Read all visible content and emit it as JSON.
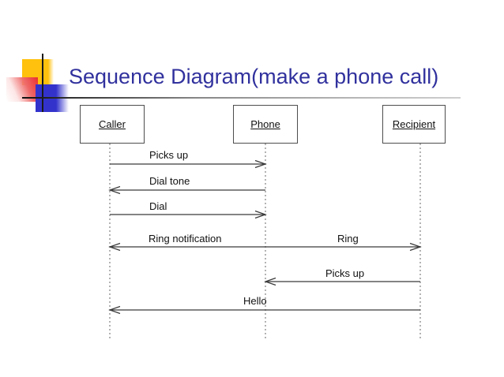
{
  "slide": {
    "title": "Sequence Diagram(make a phone call)"
  },
  "colors": {
    "title_text": "#31319e",
    "deco_yellow": "#ffc10d",
    "deco_red": "#e92f2f",
    "deco_blue": "#3333cc",
    "diagram_lines": "#3a3a3a"
  },
  "actors": [
    {
      "id": "caller",
      "label": "Caller"
    },
    {
      "id": "phone",
      "label": "Phone"
    },
    {
      "id": "recipient",
      "label": "Recipient"
    }
  ],
  "messages": [
    {
      "label": "Picks up",
      "from": "Caller",
      "to": "Phone",
      "direction": "right"
    },
    {
      "label": "Dial tone",
      "from": "Phone",
      "to": "Caller",
      "direction": "left"
    },
    {
      "label": "Dial",
      "from": "Caller",
      "to": "Phone",
      "direction": "right"
    },
    {
      "label": "Ring notification",
      "from": "Phone",
      "to": "Caller",
      "direction": "left",
      "note": "left half of double-headed arrow"
    },
    {
      "label": "Ring",
      "from": "Phone",
      "to": "Recipient",
      "direction": "right",
      "note": "right half of double-headed arrow"
    },
    {
      "label": "Picks up",
      "from": "Recipient",
      "to": "Phone",
      "direction": "left"
    },
    {
      "label": "Hello",
      "from": "Recipient",
      "to": "Caller",
      "direction": "left"
    }
  ]
}
